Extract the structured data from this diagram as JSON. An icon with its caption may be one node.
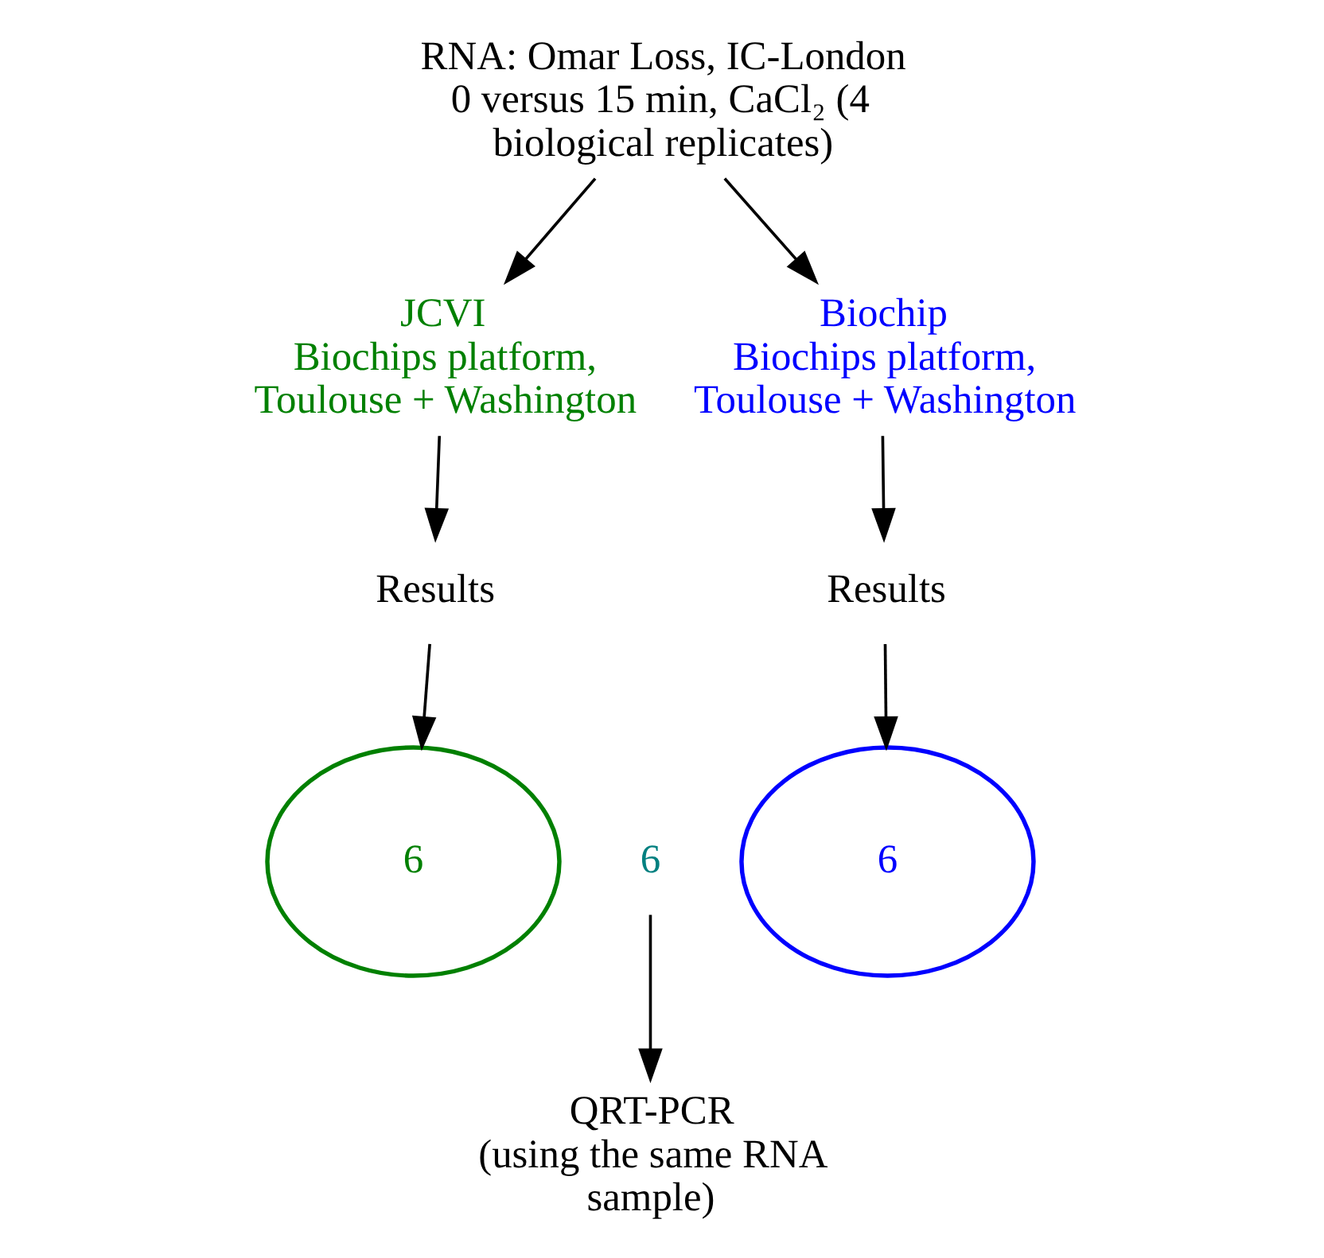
{
  "diagram": {
    "nodes": [
      {
        "text": [
          "RNA: Omar Loss, IC-London 0 versus 15 min, CaCl₂ (4 biological replicates)"
        ]
      },
      {
        "text": [
          "JCVI",
          "Biochips platform, Toulouse + Washington"
        ]
      },
      {
        "text": [
          "Biochip",
          "Biochips platform, Toulouse + Washington"
        ]
      },
      {
        "text": [
          "Results"
        ]
      },
      {
        "text": [
          "Results"
        ]
      },
      {
        "text": [
          "6"
        ]
      },
      {
        "text": [
          "6"
        ]
      },
      {
        "text": [
          "6"
        ]
      },
      {
        "text": [
          "QRT-PCR",
          "(using the same RNA sample)"
        ]
      }
    ],
    "edges": [
      {
        "from": 0,
        "to": 1,
        "arrow": "to"
      },
      {
        "from": 0,
        "to": 2,
        "arrow": "to"
      },
      {
        "from": 1,
        "to": 3,
        "arrow": "to"
      },
      {
        "from": 2,
        "to": 4,
        "arrow": "to"
      },
      {
        "from": 3,
        "to": 5,
        "arrow": "to"
      },
      {
        "from": 4,
        "to": 7,
        "arrow": "to"
      },
      {
        "from": 6,
        "to": 8,
        "arrow": "to"
      }
    ]
  }
}
